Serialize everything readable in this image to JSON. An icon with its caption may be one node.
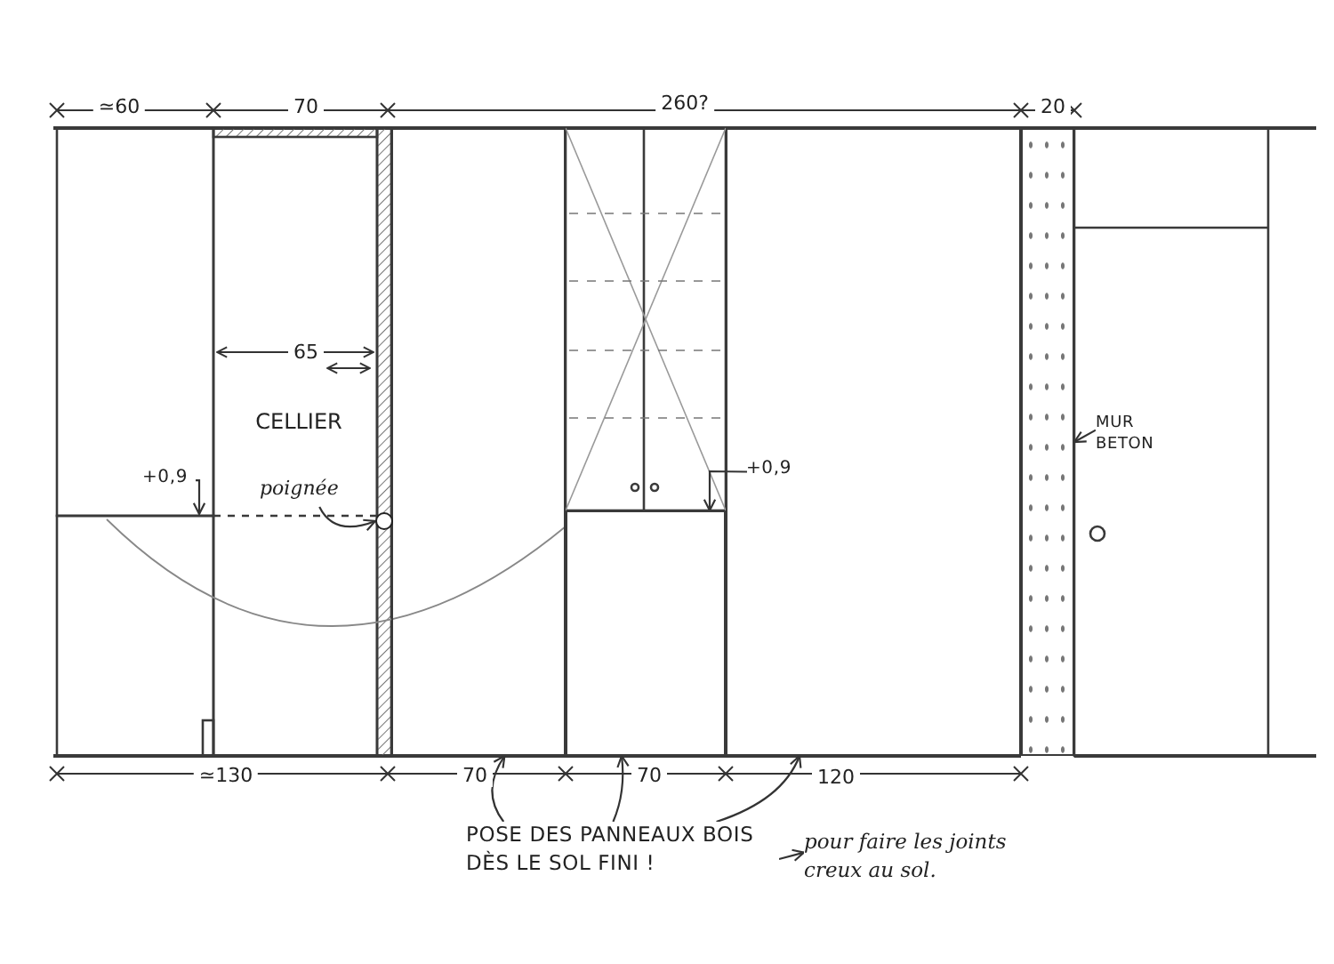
{
  "diagram": {
    "nodes": [
      {
        "text": [
          "POSE DES PANNEAUX BOIS DÈS LE SOL FINI !"
        ]
      },
      {
        "text": [
          "pour faire les joints creux au sol."
        ]
      },
      {
        "text": [],
        "shape": "box"
      },
      {
        "text": [],
        "shape": "box"
      },
      {
        "text": [],
        "shape": "box"
      },
      {
        "text": [
          "MUR BETON"
        ]
      },
      {
        "text": [],
        "shape": "bar"
      },
      {
        "text": [
          "poignée"
        ]
      },
      {
        "text": [],
        "shape": "circle"
      },
      {
        "text": [
          "+0,9"
        ]
      },
      {
        "text": [
          "+0,9"
        ],
        "in": 4
      }
    ],
    "edges": [
      {
        "from": 0,
        "to": 2,
        "arrow": "to"
      },
      {
        "from": 0,
        "to": 3,
        "arrow": "to"
      },
      {
        "from": 0,
        "to": 4,
        "arrow": "to"
      },
      {
        "from": 0,
        "to": 1,
        "arrow": "to"
      },
      {
        "from": 5,
        "to": 6,
        "arrow": "to"
      },
      {
        "from": 7,
        "to": 8,
        "arrow": "to"
      },
      {
        "from": 9,
        "to": null,
        "arrow": "to"
      },
      {
        "from": 10,
        "to": 3,
        "arrow": "to"
      }
    ],
    "labels": [
      "≃60",
      "70",
      "260?",
      "20",
      "65",
      "CELLIER",
      "≃130",
      "70",
      "70",
      "120"
    ]
  }
}
